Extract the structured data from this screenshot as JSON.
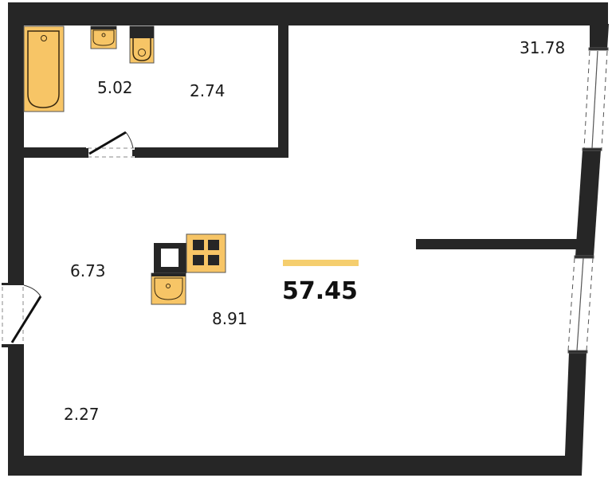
{
  "plan": {
    "total_area": "57.45",
    "rooms": [
      {
        "id": "bathroom",
        "area": "5.02"
      },
      {
        "id": "storage",
        "area": "2.74"
      },
      {
        "id": "living-room",
        "area": "31.78"
      },
      {
        "id": "hall",
        "area": "6.73"
      },
      {
        "id": "kitchen",
        "area": "8.91"
      },
      {
        "id": "entrance",
        "area": "2.27"
      }
    ]
  },
  "colors": {
    "wall": "#262626",
    "fixture": "#F7C566",
    "accent": "#F5CE6E"
  }
}
